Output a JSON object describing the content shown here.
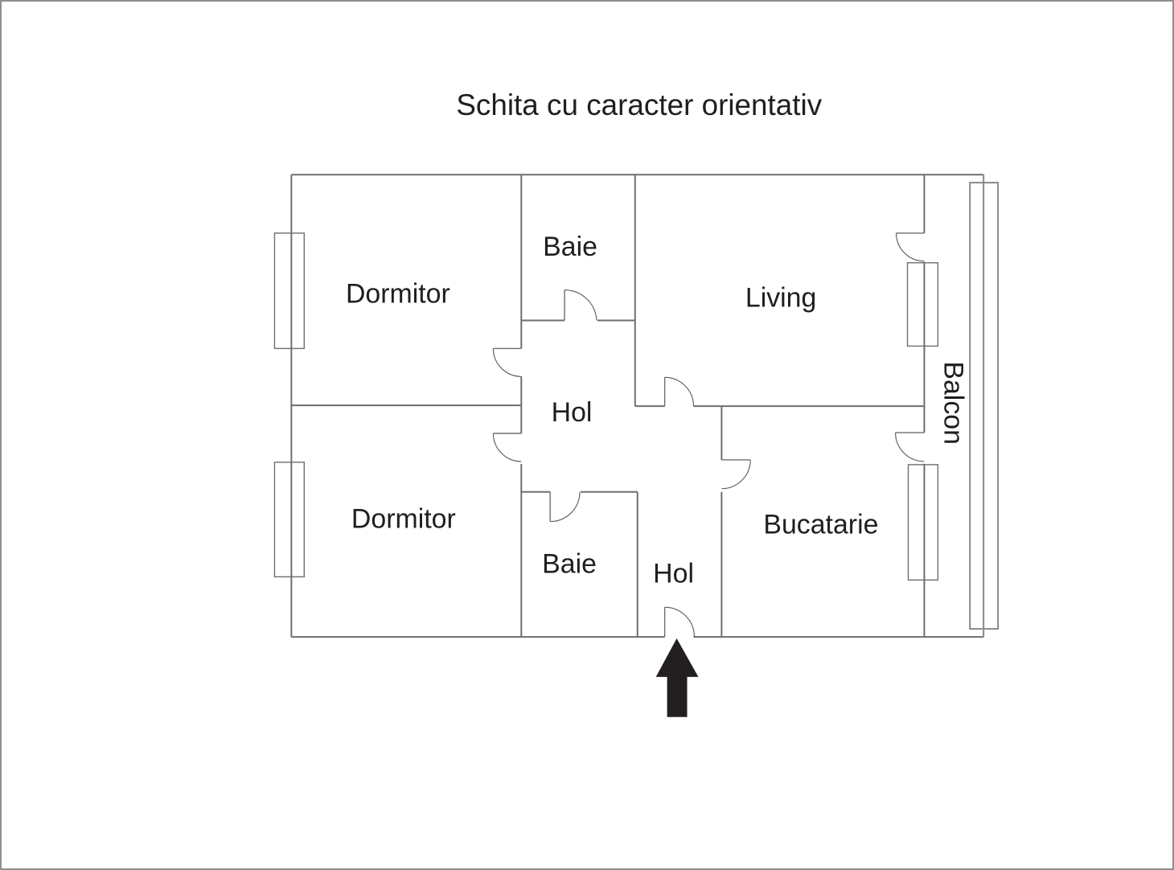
{
  "title": "Schita cu caracter orientativ",
  "rooms": {
    "dormitor_top": {
      "label": "Dormitor"
    },
    "dormitor_bottom": {
      "label": "Dormitor"
    },
    "baie_top": {
      "label": "Baie"
    },
    "baie_bottom": {
      "label": "Baie"
    },
    "hol_center": {
      "label": "Hol"
    },
    "hol_entry": {
      "label": "Hol"
    },
    "living": {
      "label": "Living"
    },
    "bucatarie": {
      "label": "Bucatarie"
    },
    "balcon": {
      "label": "Balcon"
    }
  },
  "icons": {
    "entrance_arrow": "solid up-arrow marking apartment entrance"
  },
  "colors": {
    "background": "#ffffff",
    "wall_line": "#6d6e71",
    "balcony_line": "#87888a",
    "label_text": "#1f1f1f",
    "arrow": "#231f20",
    "canvas_border": "#8e8e8e"
  }
}
